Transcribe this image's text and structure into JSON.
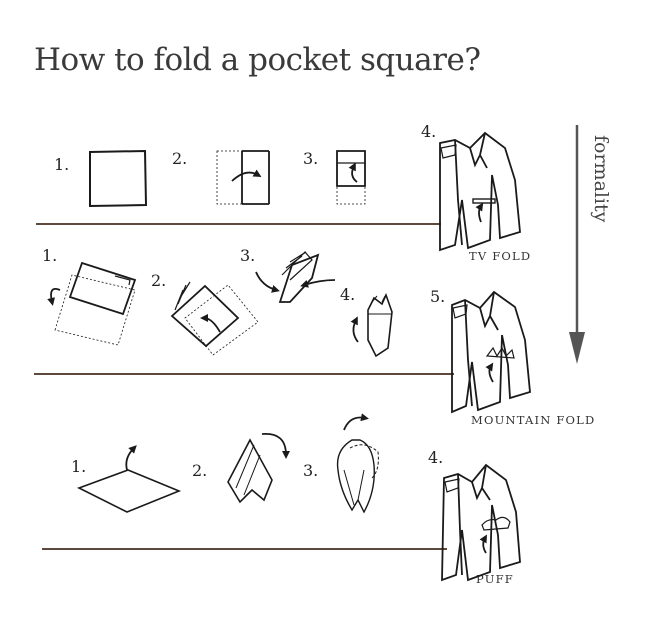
{
  "title": "How to fold a pocket square?",
  "axis_label": "formality",
  "folds": [
    {
      "name": "TV FOLD",
      "steps": [
        "1.",
        "2.",
        "3.",
        "4."
      ]
    },
    {
      "name": "MOUNTAIN FOLD",
      "steps": [
        "1.",
        "2.",
        "3.",
        "4.",
        "5."
      ]
    },
    {
      "name": "PUFF",
      "steps": [
        "1.",
        "2.",
        "3.",
        "4."
      ]
    }
  ],
  "colors": {
    "text": "#333333",
    "rule": "#5e4a3c",
    "stroke": "#1a1a1a"
  }
}
